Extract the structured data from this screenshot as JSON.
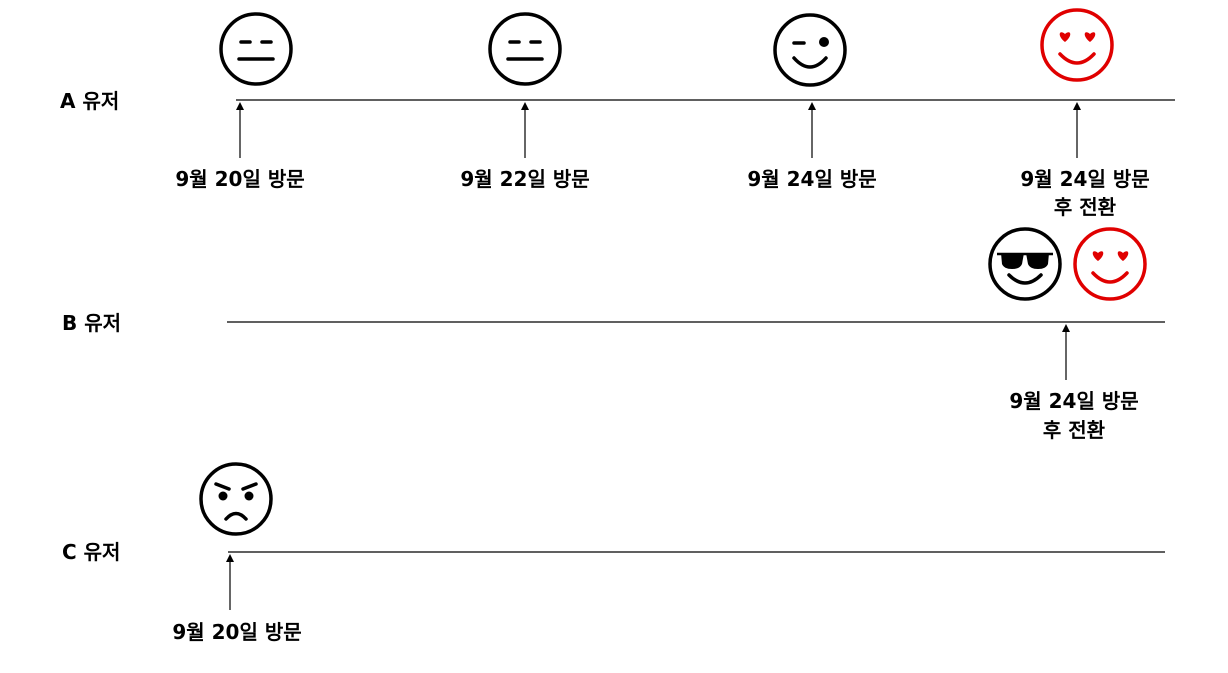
{
  "colors": {
    "line": "#000000",
    "accent_red": "#e00000",
    "face_stroke": "#000000"
  },
  "users": [
    {
      "label": "A 유저",
      "events": [
        {
          "lines": [
            "9월 20일 방문"
          ],
          "faces": [
            "neutral-face-icon"
          ]
        },
        {
          "lines": [
            "9월 22일 방문"
          ],
          "faces": [
            "neutral-face-icon"
          ]
        },
        {
          "lines": [
            "9월 24일 방문"
          ],
          "faces": [
            "winking-face-icon"
          ]
        },
        {
          "lines": [
            "9월 24일 방문",
            "후 전환"
          ],
          "faces": [
            "heart-eyes-face-icon"
          ]
        }
      ]
    },
    {
      "label": "B 유저",
      "events": [
        {
          "lines": [
            "9월 24일 방문",
            "후 전환"
          ],
          "faces": [
            "sunglasses-face-icon",
            "heart-eyes-face-icon"
          ]
        }
      ]
    },
    {
      "label": "C 유저",
      "events": [
        {
          "lines": [
            "9월 20일 방문"
          ],
          "faces": [
            "angry-face-icon"
          ]
        }
      ]
    }
  ]
}
